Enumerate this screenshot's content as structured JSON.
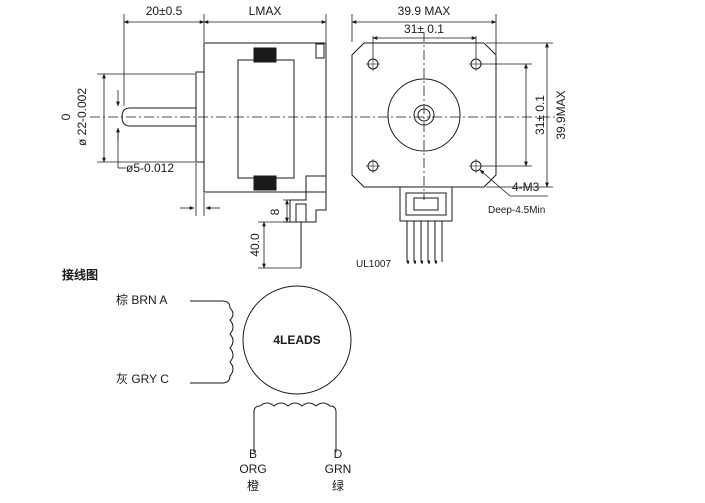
{
  "dims": {
    "shaft_len": "20±0.5",
    "body_len": "LMAX",
    "width_max": "39.9  MAX",
    "hole_pitch_h": "31± 0.1",
    "hole_pitch_v": "31± 0.1",
    "height_max": "39.9MAX",
    "boss_dia": "0",
    "boss_dia_tol": "ø 22-0.002",
    "shaft_dia": "ø5-0.012",
    "connector_h": "8",
    "lead_len": "40.0",
    "screw": "4-M3",
    "screw_depth": "Deep-4.5Min",
    "wire_spec": "UL1007"
  },
  "wiring": {
    "title": "接线图",
    "center_label": "4LEADS",
    "lead_a": "棕 BRN  A",
    "lead_c": "灰 GRY  C",
    "lead_b_letter": "B",
    "lead_b_code": "ORG",
    "lead_b_cn": "橙",
    "lead_d_letter": "D",
    "lead_d_code": "GRN",
    "lead_d_cn": "绿"
  }
}
